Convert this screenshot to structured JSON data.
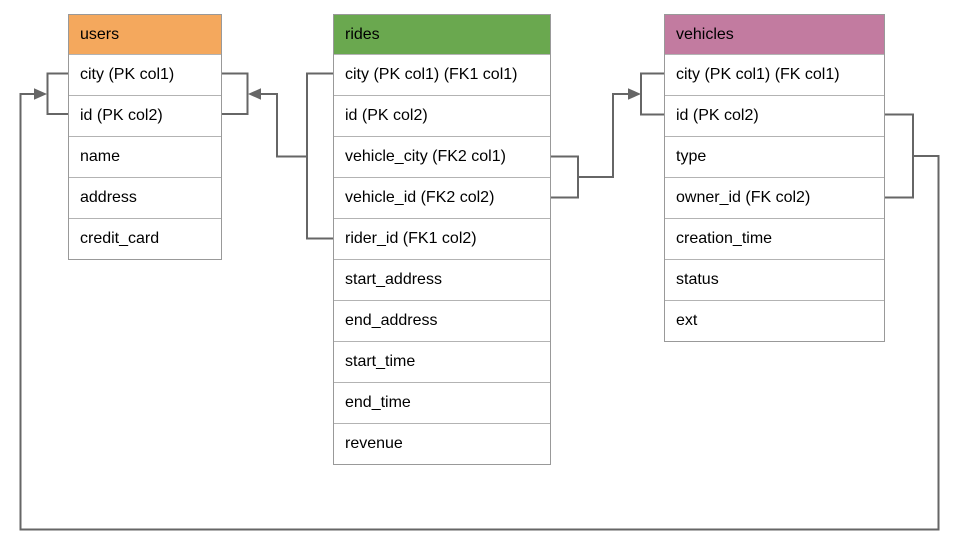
{
  "colors": {
    "users-header": "#F4A85D",
    "rides-header": "#6AA84F",
    "vehicles-header": "#C27BA0",
    "connector": "#666666",
    "table-border": "#999999",
    "row-divider": "#B3B3B3"
  },
  "tables": {
    "users": {
      "title": "users",
      "rows": [
        "city (PK col1)",
        "id (PK col2)",
        "name",
        "address",
        "credit_card"
      ]
    },
    "rides": {
      "title": "rides",
      "rows": [
        "city (PK col1) (FK1 col1)",
        "id (PK col2)",
        "vehicle_city (FK2 col1)",
        "vehicle_id (FK2 col2)",
        "rider_id (FK1 col2)",
        "start_address",
        "end_address",
        "start_time",
        "end_time",
        "revenue"
      ]
    },
    "vehicles": {
      "title": "vehicles",
      "rows": [
        "city (PK col1) (FK col1)",
        "id (PK col2)",
        "type",
        "owner_id (FK col2)",
        "creation_time",
        "status",
        "ext"
      ]
    }
  },
  "relationships": [
    {
      "name": "FK1",
      "from_table": "rides",
      "from_columns": [
        "city",
        "rider_id"
      ],
      "to_table": "users",
      "to_columns": [
        "city",
        "id"
      ]
    },
    {
      "name": "FK2",
      "from_table": "rides",
      "from_columns": [
        "vehicle_city",
        "vehicle_id"
      ],
      "to_table": "vehicles",
      "to_columns": [
        "city",
        "id"
      ]
    },
    {
      "name": "FK",
      "from_table": "vehicles",
      "from_columns": [
        "city",
        "owner_id"
      ],
      "to_table": "users",
      "to_columns": [
        "city",
        "id"
      ]
    }
  ]
}
